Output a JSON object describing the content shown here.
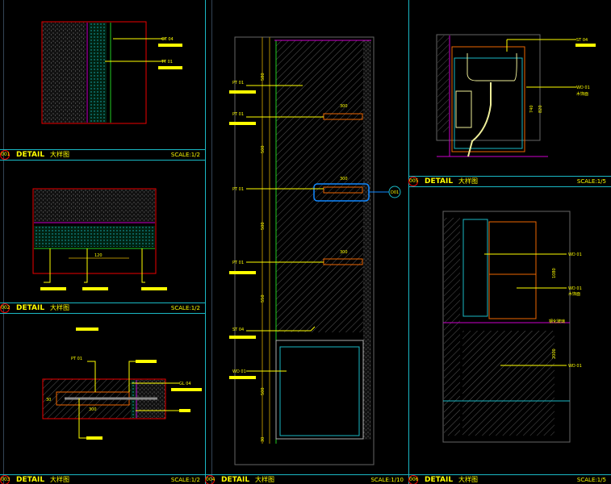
{
  "panels": [
    {
      "number": "001",
      "label": "DETAIL",
      "name": "大样图",
      "scale": "SCALE:1/2"
    },
    {
      "number": "002",
      "label": "DETAIL",
      "name": "大样图",
      "scale": "SCALE:1/2"
    },
    {
      "number": "003",
      "label": "DETAIL",
      "name": "大样图",
      "scale": "SCALE:1/2"
    },
    {
      "number": "004",
      "label": "DETAIL",
      "name": "大样图",
      "scale": "SCALE:1/10"
    },
    {
      "number": "005",
      "label": "DETAIL",
      "name": "大样图",
      "scale": "SCALE:1/5"
    },
    {
      "number": "006",
      "label": "DETAIL",
      "name": "大样图",
      "scale": "SCALE:1/5"
    }
  ],
  "dimensions": {
    "p004": [
      "580",
      "500",
      "500",
      "500",
      "550",
      "500",
      "30",
      "300"
    ],
    "p003": [
      "300",
      "30"
    ],
    "p002": [
      "120"
    ],
    "p005": [
      "740",
      "820"
    ],
    "p006": [
      "1080",
      "2000"
    ]
  },
  "tags": {
    "p001": [
      "GT 04",
      "TT 01"
    ],
    "p003": [
      "PT 01",
      "GL 04"
    ],
    "p004": [
      "PT 01",
      "PT 01",
      "PT 01",
      "PT 01",
      "ST 04",
      "WD 01"
    ],
    "p005": [
      "ST 04",
      "WD 01"
    ],
    "p006": [
      "WD 01",
      "WD 01",
      "WD 01"
    ],
    "callout": "D01"
  },
  "notes": {
    "wood": "木饰面",
    "glass": "钢化玻璃"
  }
}
